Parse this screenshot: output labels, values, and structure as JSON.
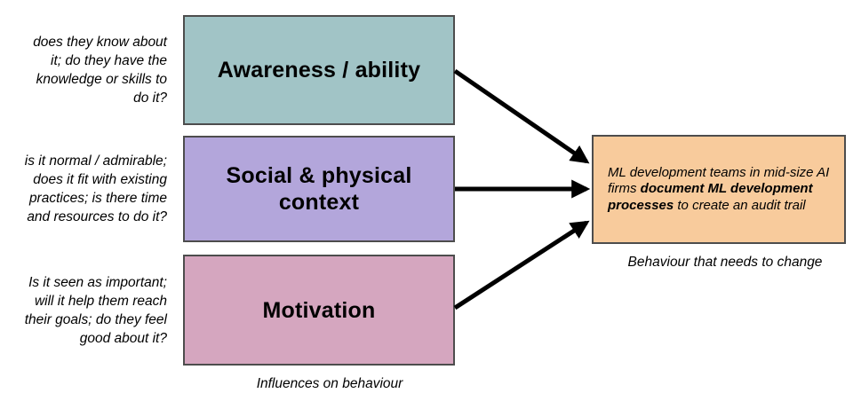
{
  "diagram": {
    "influences": [
      {
        "label": "Awareness / ability",
        "color": "#a1c4c6",
        "annotation": "does they know about\nit; do they have the\nknowledge or skills to\ndo it?"
      },
      {
        "label": "Social & physical\ncontext",
        "color": "#b3a6db",
        "annotation": "is it normal / admirable;\ndoes it fit with existing\npractices; is there time\nand resources to do it?"
      },
      {
        "label": "Motivation",
        "color": "#d5a6bf",
        "annotation": "Is it seen as important;\nwill it help them reach\ntheir goals; do they feel\ngood about it?"
      }
    ],
    "influences_caption": "Influences on behaviour",
    "behaviour": {
      "text_before": "ML development teams in mid-size AI firms ",
      "text_bold": "document ML development processes",
      "text_after": " to create an audit trail",
      "color": "#f8cb9c",
      "caption": "Behaviour that needs to change"
    },
    "colors": {
      "border": "#4d4d4d",
      "arrow": "#000000",
      "background": "#ffffff",
      "text": "#000000"
    }
  }
}
